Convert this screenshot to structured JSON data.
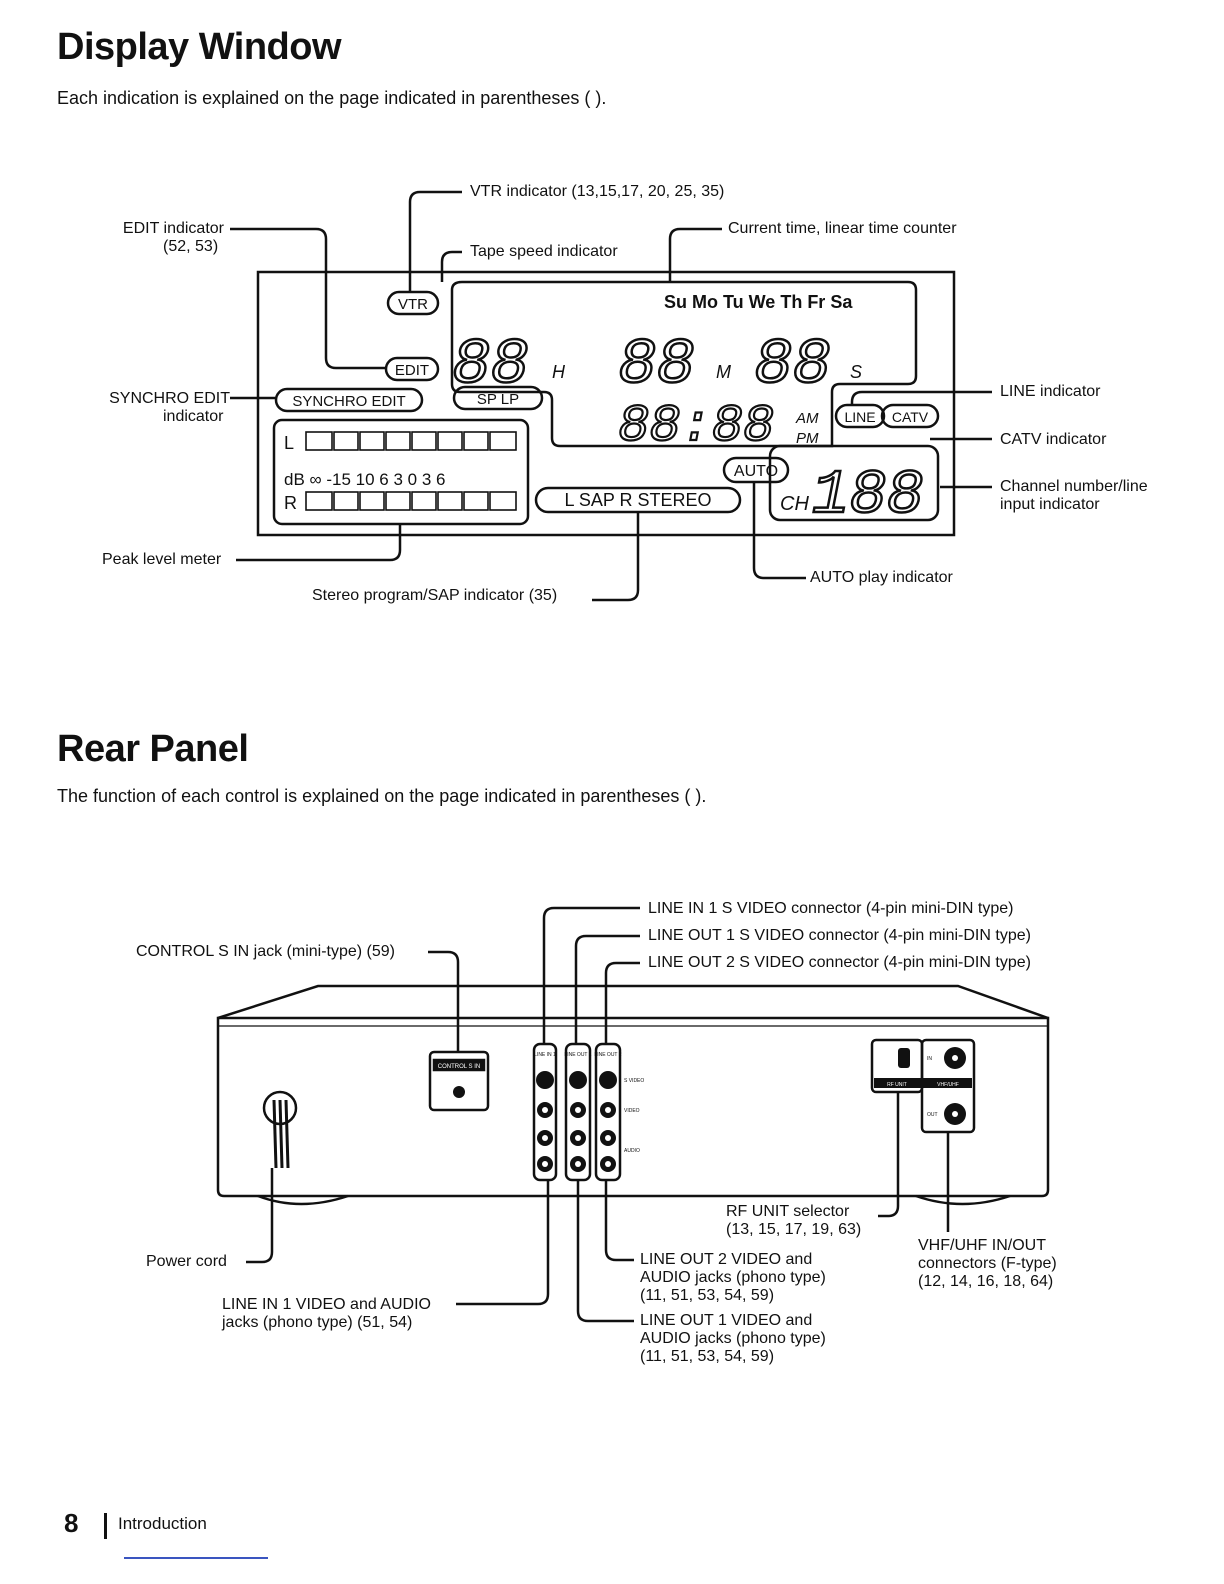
{
  "display_window": {
    "title": "Display Window",
    "intro": "Each indication is explained on the page indicated in parentheses ( ).",
    "labels": {
      "vtr": "VTR indicator (13,15,17, 20, 25, 35)",
      "edit_line1": "EDIT indicator",
      "edit_line2": "(52, 53)",
      "current_time": "Current time, linear time counter",
      "tape_speed": "Tape speed indicator",
      "synchro_line1": "SYNCHRO EDIT",
      "synchro_line2": "indicator",
      "line_ind": "LINE indicator",
      "catv_ind": "CATV indicator",
      "channel_line1": "Channel number/line",
      "channel_line2": "input indicator",
      "peak": "Peak level meter",
      "stereo_sap": "Stereo program/SAP indicator (35)",
      "auto_play": "AUTO play indicator"
    },
    "lcd": {
      "days": "Su Mo Tu We Th Fr Sa",
      "vtr": "VTR",
      "edit": "EDIT",
      "synchro_edit": "SYNCHRO EDIT",
      "sp_lp": "SP  LP",
      "hours_digits": "88",
      "h": "H",
      "minutes_digits": "88",
      "m": "M",
      "seconds_digits": "88",
      "s": "S",
      "clock": "88:88",
      "am": "AM",
      "pm": "PM",
      "line": "LINE",
      "catv": "CATV",
      "l": "L",
      "r": "R",
      "db_scale": "dB ∞ -15 10  6  3  0  3  6",
      "sap": "L SAP R  STEREO",
      "auto": "AUTO",
      "ch": "CH",
      "channel": "188"
    }
  },
  "rear_panel": {
    "title": "Rear Panel",
    "intro": "The function of each control is explained on the page indicated in parentheses ( ).",
    "labels": {
      "line_in1_svideo": "LINE IN 1 S VIDEO connector (4-pin mini-DIN type)",
      "line_out1_svideo": "LINE OUT 1 S VIDEO connector (4-pin mini-DIN type)",
      "line_out2_svideo": "LINE OUT 2 S VIDEO connector (4-pin mini-DIN type)",
      "control_s": "CONTROL S IN jack (mini-type) (59)",
      "rf_unit_1": "RF UNIT selector",
      "rf_unit_2": "(13, 15, 17, 19, 63)",
      "vhf_1": "VHF/UHF IN/OUT",
      "vhf_2": "connectors (F-type)",
      "vhf_3": "(12, 14, 16, 18, 64)",
      "power_cord": "Power cord",
      "line_out2_av_1": "LINE OUT 2 VIDEO and",
      "line_out2_av_2": "AUDIO jacks (phono type)",
      "line_out2_av_3": "(11, 51, 53, 54, 59)",
      "line_in1_av_1": "LINE IN 1 VIDEO and AUDIO",
      "line_in1_av_2": "jacks (phono type) (51, 54)",
      "line_out1_av_1": "LINE OUT 1 VIDEO and",
      "line_out1_av_2": "AUDIO jacks (phono type)",
      "line_out1_av_3": "(11, 51, 53, 54, 59)"
    },
    "panel_text": {
      "control_s": "CONTROL S IN",
      "s_video": "S VIDEO",
      "video": "VIDEO",
      "audio": "AUDIO",
      "line_in1": "LINE IN 1",
      "line_out1": "LINE OUT 1",
      "line_out2": "LINE OUT 2",
      "rf_unit": "RF UNIT",
      "vhf_uhf": "VHF/UHF",
      "in": "IN",
      "out": "OUT"
    }
  },
  "footer": {
    "page_number": "8",
    "section": "Introduction"
  }
}
